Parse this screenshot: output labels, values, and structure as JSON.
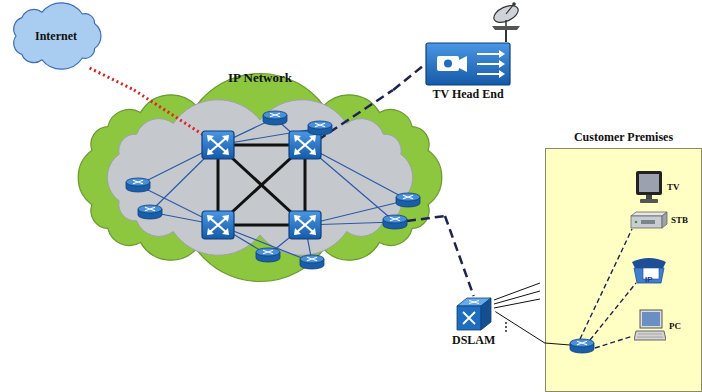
{
  "diagram": {
    "nodes": [
      {
        "text": [
          "Internet"
        ]
      },
      {
        "text": [
          "IP Network"
        ]
      },
      {
        "text": [
          "TV Head End"
        ]
      },
      {
        "text": [
          "DSLAM"
        ]
      },
      {
        "text": [
          "Customer Premises"
        ]
      },
      {
        "text": [
          "TV"
        ],
        "in": 4
      },
      {
        "text": [
          "STB"
        ],
        "in": 4
      },
      {
        "text": [
          "PC"
        ],
        "in": 4
      }
    ],
    "edges": [
      {
        "from": 0,
        "to": 1,
        "arrow": "none"
      },
      {
        "from": 1,
        "to": 2,
        "arrow": "none"
      },
      {
        "from": 1,
        "to": 3,
        "arrow": "none"
      },
      {
        "from": 3,
        "to": 4,
        "arrow": "none"
      }
    ],
    "labels": [
      "IP"
    ]
  }
}
